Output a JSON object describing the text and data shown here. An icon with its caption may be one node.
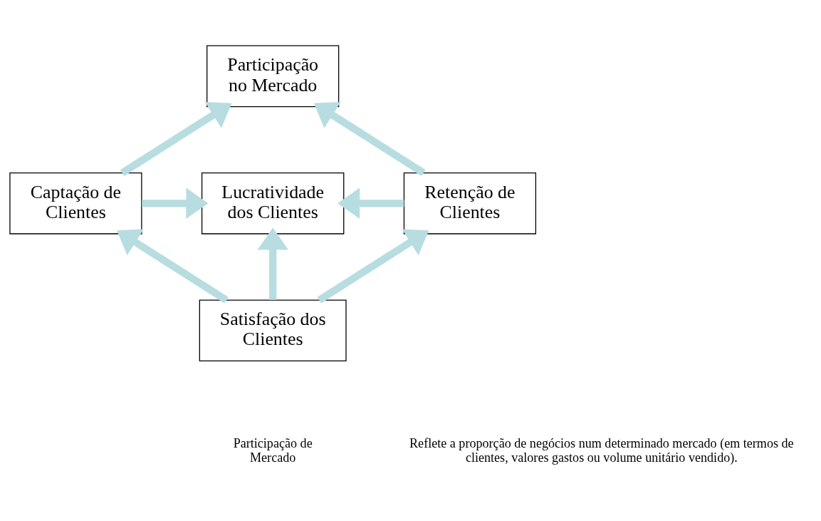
{
  "diagram": {
    "nodes": [
      {
        "text": [
          "Participação no Mercado"
        ]
      },
      {
        "text": [
          "Captação de Clientes"
        ]
      },
      {
        "text": [
          "Lucratividade dos Clientes"
        ]
      },
      {
        "text": [
          "Retenção de Clientes"
        ]
      },
      {
        "text": [
          "Satisfação dos Clientes"
        ]
      }
    ],
    "edges": [
      {
        "from": 1,
        "to": 0,
        "arrow": "to"
      },
      {
        "from": 3,
        "to": 0,
        "arrow": "to"
      },
      {
        "from": 1,
        "to": 2,
        "arrow": "to"
      },
      {
        "from": 3,
        "to": 2,
        "arrow": "to"
      },
      {
        "from": 4,
        "to": 2,
        "arrow": "to"
      },
      {
        "from": 4,
        "to": 1,
        "arrow": "to"
      },
      {
        "from": 4,
        "to": 3,
        "arrow": "to"
      }
    ],
    "labels": [
      "Participação de Mercado",
      "Reflete a proporção de negócios num determinado mercado (em termos de clientes, valores gastos ou volume unitário vendido)."
    ]
  }
}
